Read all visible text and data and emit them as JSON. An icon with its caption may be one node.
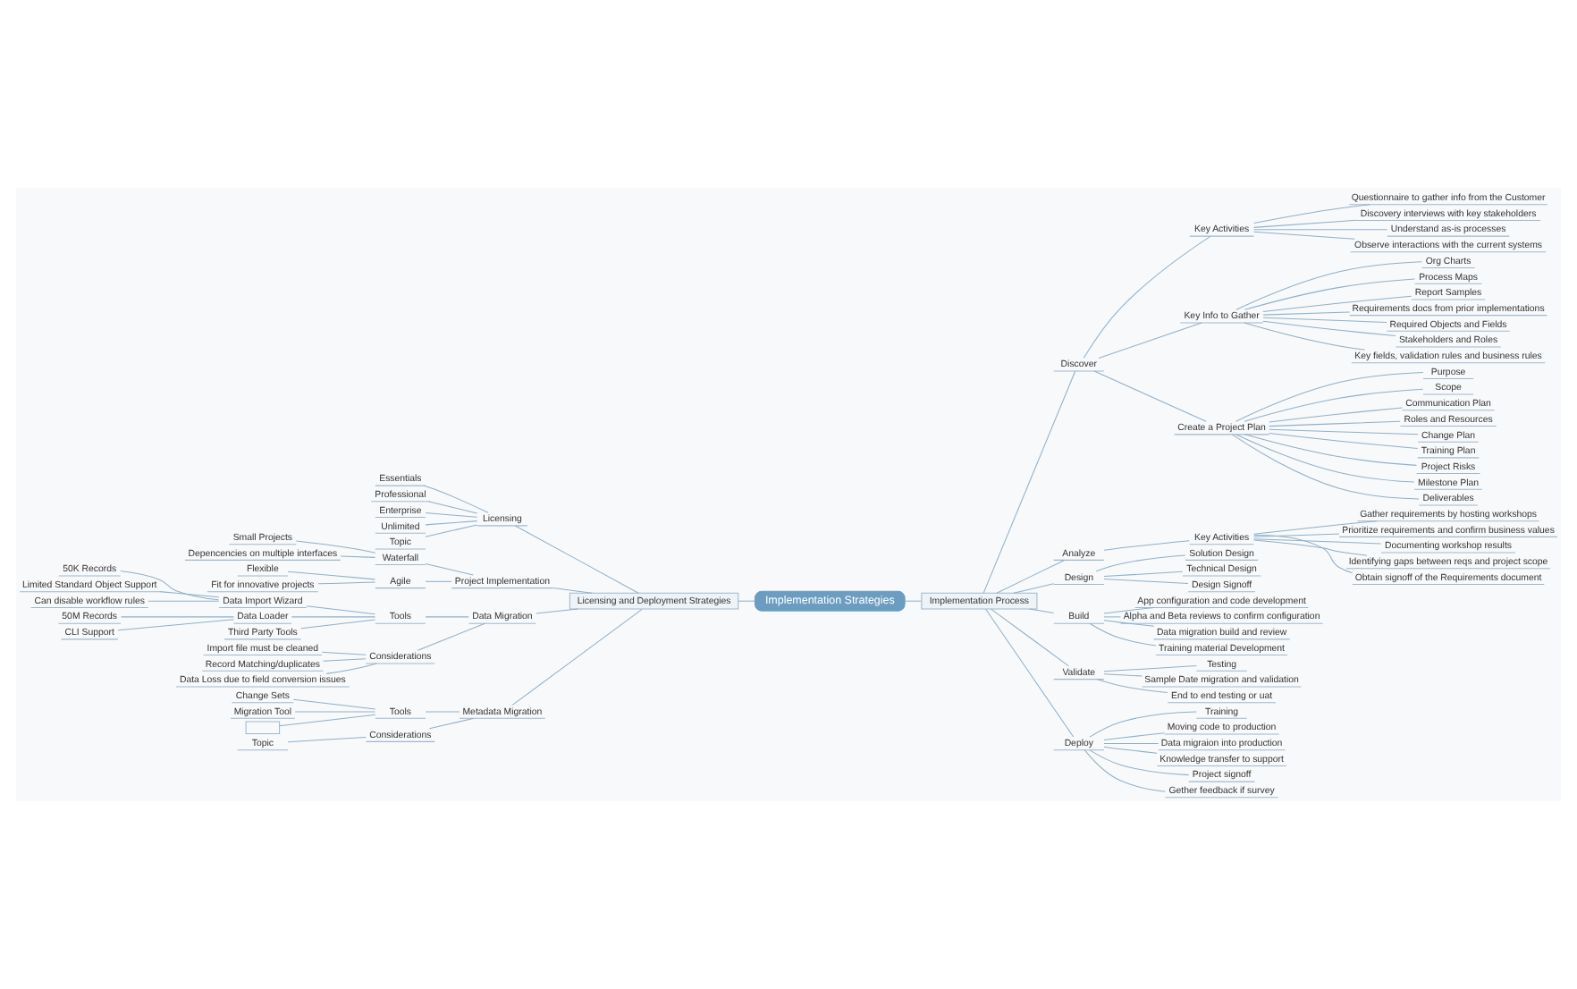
{
  "diagram": {
    "nodes": [
      {
        "text": [
          "Implementation Strategies"
        ]
      },
      {
        "text": [
          "Implementation Process"
        ]
      },
      {
        "text": [
          "Discover"
        ]
      },
      {
        "text": [
          "Key Activities"
        ]
      },
      {
        "text": [
          "Questionnaire to gather info from the Customer"
        ]
      },
      {
        "text": [
          "Discovery interviews with key stakeholders"
        ]
      },
      {
        "text": [
          "Understand as-is processes"
        ]
      },
      {
        "text": [
          "Observe interactions with the current systems"
        ]
      },
      {
        "text": [
          "Key Info to Gather"
        ]
      },
      {
        "text": [
          "Org Charts"
        ]
      },
      {
        "text": [
          "Process Maps"
        ]
      },
      {
        "text": [
          "Report Samples"
        ]
      },
      {
        "text": [
          "Requirements docs from prior implementations"
        ]
      },
      {
        "text": [
          "Required Objects and Fields"
        ]
      },
      {
        "text": [
          "Stakeholders and Roles"
        ]
      },
      {
        "text": [
          "Key fields, validation rules and business rules"
        ]
      },
      {
        "text": [
          "Create a Project Plan"
        ]
      },
      {
        "text": [
          "Purpose"
        ]
      },
      {
        "text": [
          "Scope"
        ]
      },
      {
        "text": [
          "Communication Plan"
        ]
      },
      {
        "text": [
          "Roles and Resources"
        ]
      },
      {
        "text": [
          "Change Plan"
        ]
      },
      {
        "text": [
          "Training Plan"
        ]
      },
      {
        "text": [
          "Project Risks"
        ]
      },
      {
        "text": [
          "Milestone Plan"
        ]
      },
      {
        "text": [
          "Deliverables"
        ]
      },
      {
        "text": [
          "Analyze"
        ]
      },
      {
        "text": [
          "Key Activities"
        ]
      },
      {
        "text": [
          "Gather requirements by hosting workshops"
        ]
      },
      {
        "text": [
          "Prioritize requirements and confirm business values"
        ]
      },
      {
        "text": [
          "Documenting workshop results"
        ]
      },
      {
        "text": [
          "Identifying gaps between reqs and project scope"
        ]
      },
      {
        "text": [
          "Obtain signoff of the Requirements document"
        ]
      },
      {
        "text": [
          "Design"
        ]
      },
      {
        "text": [
          "Solution Design"
        ]
      },
      {
        "text": [
          "Technical Design"
        ]
      },
      {
        "text": [
          "Design Signoff"
        ]
      },
      {
        "text": [
          "Build"
        ]
      },
      {
        "text": [
          "App configuration and code development"
        ]
      },
      {
        "text": [
          "Alpha and Beta reviews to confirm configuration"
        ]
      },
      {
        "text": [
          "Data migration build and review"
        ]
      },
      {
        "text": [
          "Training material Development"
        ]
      },
      {
        "text": [
          "Validate"
        ]
      },
      {
        "text": [
          "Testing"
        ]
      },
      {
        "text": [
          "Sample Date migration and validation"
        ]
      },
      {
        "text": [
          "End to end testing or uat"
        ]
      },
      {
        "text": [
          "Deploy"
        ]
      },
      {
        "text": [
          "Training"
        ]
      },
      {
        "text": [
          "Moving code to production"
        ]
      },
      {
        "text": [
          "Data migraion into production"
        ]
      },
      {
        "text": [
          "Knowledge transfer to support"
        ]
      },
      {
        "text": [
          "Project signoff"
        ]
      },
      {
        "text": [
          "Gether feedback if survey"
        ]
      },
      {
        "text": [
          "Licensing and Deployment Strategies"
        ]
      },
      {
        "text": [
          "Licensing"
        ]
      },
      {
        "text": [
          "Essentials"
        ]
      },
      {
        "text": [
          "Professional"
        ]
      },
      {
        "text": [
          "Enterprise"
        ]
      },
      {
        "text": [
          "Unlimited"
        ]
      },
      {
        "text": [
          "Topic"
        ]
      },
      {
        "text": [
          "Project Implementation"
        ]
      },
      {
        "text": [
          "Waterfall"
        ]
      },
      {
        "text": [
          "Small Projects"
        ]
      },
      {
        "text": [
          "Depencencies on multiple interfaces"
        ]
      },
      {
        "text": [
          "Agile"
        ]
      },
      {
        "text": [
          "Flexible"
        ]
      },
      {
        "text": [
          "Fit for innovative projects"
        ]
      },
      {
        "text": [
          "Data Migration"
        ]
      },
      {
        "text": [
          "Tools"
        ]
      },
      {
        "text": [
          "Data Import Wizard"
        ]
      },
      {
        "text": [
          "50K Records"
        ]
      },
      {
        "text": [
          "Limited Standard Object Support"
        ]
      },
      {
        "text": [
          "Can disable workflow rules"
        ]
      },
      {
        "text": [
          "Data Loader"
        ]
      },
      {
        "text": [
          "50M Records"
        ]
      },
      {
        "text": [
          "CLI Support"
        ]
      },
      {
        "text": [
          "Third Party Tools"
        ]
      },
      {
        "text": [
          "Considerations"
        ]
      },
      {
        "text": [
          "Import file must be cleaned"
        ]
      },
      {
        "text": [
          "Record Matching/duplicates"
        ]
      },
      {
        "text": [
          "Data Loss due to field conversion issues"
        ]
      },
      {
        "text": [
          "Metadata Migration"
        ]
      },
      {
        "text": [
          "Tools"
        ]
      },
      {
        "text": [
          "Change Sets"
        ]
      },
      {
        "text": [
          "Migration Tool"
        ]
      },
      {
        "text": [],
        "shape": "box"
      },
      {
        "text": [
          "Considerations"
        ]
      },
      {
        "text": [
          "Topic"
        ]
      }
    ],
    "edges": [
      {
        "from": 0,
        "to": 1,
        "arrow": "none"
      },
      {
        "from": 1,
        "to": 2,
        "arrow": "none"
      },
      {
        "from": 2,
        "to": 3,
        "arrow": "none"
      },
      {
        "from": 3,
        "to": 4,
        "arrow": "none"
      },
      {
        "from": 3,
        "to": 5,
        "arrow": "none"
      },
      {
        "from": 3,
        "to": 6,
        "arrow": "none"
      },
      {
        "from": 3,
        "to": 7,
        "arrow": "none"
      },
      {
        "from": 2,
        "to": 8,
        "arrow": "none"
      },
      {
        "from": 8,
        "to": 9,
        "arrow": "none"
      },
      {
        "from": 8,
        "to": 10,
        "arrow": "none"
      },
      {
        "from": 8,
        "to": 11,
        "arrow": "none"
      },
      {
        "from": 8,
        "to": 12,
        "arrow": "none"
      },
      {
        "from": 8,
        "to": 13,
        "arrow": "none"
      },
      {
        "from": 8,
        "to": 14,
        "arrow": "none"
      },
      {
        "from": 8,
        "to": 15,
        "arrow": "none"
      },
      {
        "from": 2,
        "to": 16,
        "arrow": "none"
      },
      {
        "from": 16,
        "to": 17,
        "arrow": "none"
      },
      {
        "from": 16,
        "to": 18,
        "arrow": "none"
      },
      {
        "from": 16,
        "to": 19,
        "arrow": "none"
      },
      {
        "from": 16,
        "to": 20,
        "arrow": "none"
      },
      {
        "from": 16,
        "to": 21,
        "arrow": "none"
      },
      {
        "from": 16,
        "to": 22,
        "arrow": "none"
      },
      {
        "from": 16,
        "to": 23,
        "arrow": "none"
      },
      {
        "from": 16,
        "to": 24,
        "arrow": "none"
      },
      {
        "from": 16,
        "to": 25,
        "arrow": "none"
      },
      {
        "from": 1,
        "to": 26,
        "arrow": "none"
      },
      {
        "from": 26,
        "to": 27,
        "arrow": "none"
      },
      {
        "from": 27,
        "to": 28,
        "arrow": "none"
      },
      {
        "from": 27,
        "to": 29,
        "arrow": "none"
      },
      {
        "from": 27,
        "to": 30,
        "arrow": "none"
      },
      {
        "from": 27,
        "to": 31,
        "arrow": "none"
      },
      {
        "from": 27,
        "to": 32,
        "arrow": "none"
      },
      {
        "from": 1,
        "to": 33,
        "arrow": "none"
      },
      {
        "from": 33,
        "to": 34,
        "arrow": "none"
      },
      {
        "from": 33,
        "to": 35,
        "arrow": "none"
      },
      {
        "from": 33,
        "to": 36,
        "arrow": "none"
      },
      {
        "from": 1,
        "to": 37,
        "arrow": "none"
      },
      {
        "from": 37,
        "to": 38,
        "arrow": "none"
      },
      {
        "from": 37,
        "to": 39,
        "arrow": "none"
      },
      {
        "from": 37,
        "to": 40,
        "arrow": "none"
      },
      {
        "from": 37,
        "to": 41,
        "arrow": "none"
      },
      {
        "from": 1,
        "to": 42,
        "arrow": "none"
      },
      {
        "from": 42,
        "to": 43,
        "arrow": "none"
      },
      {
        "from": 42,
        "to": 44,
        "arrow": "none"
      },
      {
        "from": 42,
        "to": 45,
        "arrow": "none"
      },
      {
        "from": 1,
        "to": 46,
        "arrow": "none"
      },
      {
        "from": 46,
        "to": 47,
        "arrow": "none"
      },
      {
        "from": 46,
        "to": 48,
        "arrow": "none"
      },
      {
        "from": 46,
        "to": 49,
        "arrow": "none"
      },
      {
        "from": 46,
        "to": 50,
        "arrow": "none"
      },
      {
        "from": 46,
        "to": 51,
        "arrow": "none"
      },
      {
        "from": 46,
        "to": 52,
        "arrow": "none"
      },
      {
        "from": 0,
        "to": 53,
        "arrow": "none"
      },
      {
        "from": 53,
        "to": 54,
        "arrow": "none"
      },
      {
        "from": 54,
        "to": 55,
        "arrow": "none"
      },
      {
        "from": 54,
        "to": 56,
        "arrow": "none"
      },
      {
        "from": 54,
        "to": 57,
        "arrow": "none"
      },
      {
        "from": 54,
        "to": 58,
        "arrow": "none"
      },
      {
        "from": 54,
        "to": 59,
        "arrow": "none"
      },
      {
        "from": 53,
        "to": 60,
        "arrow": "none"
      },
      {
        "from": 60,
        "to": 61,
        "arrow": "none"
      },
      {
        "from": 61,
        "to": 62,
        "arrow": "none"
      },
      {
        "from": 61,
        "to": 63,
        "arrow": "none"
      },
      {
        "from": 60,
        "to": 64,
        "arrow": "none"
      },
      {
        "from": 64,
        "to": 65,
        "arrow": "none"
      },
      {
        "from": 64,
        "to": 66,
        "arrow": "none"
      },
      {
        "from": 53,
        "to": 67,
        "arrow": "none"
      },
      {
        "from": 67,
        "to": 68,
        "arrow": "none"
      },
      {
        "from": 68,
        "to": 69,
        "arrow": "none"
      },
      {
        "from": 69,
        "to": 70,
        "arrow": "none"
      },
      {
        "from": 69,
        "to": 71,
        "arrow": "none"
      },
      {
        "from": 69,
        "to": 72,
        "arrow": "none"
      },
      {
        "from": 68,
        "to": 73,
        "arrow": "none"
      },
      {
        "from": 73,
        "to": 74,
        "arrow": "none"
      },
      {
        "from": 73,
        "to": 75,
        "arrow": "none"
      },
      {
        "from": 68,
        "to": 76,
        "arrow": "none"
      },
      {
        "from": 67,
        "to": 77,
        "arrow": "none"
      },
      {
        "from": 77,
        "to": 78,
        "arrow": "none"
      },
      {
        "from": 77,
        "to": 79,
        "arrow": "none"
      },
      {
        "from": 77,
        "to": 80,
        "arrow": "none"
      },
      {
        "from": 53,
        "to": 81,
        "arrow": "none"
      },
      {
        "from": 81,
        "to": 82,
        "arrow": "none"
      },
      {
        "from": 82,
        "to": 83,
        "arrow": "none"
      },
      {
        "from": 82,
        "to": 84,
        "arrow": "none"
      },
      {
        "from": 82,
        "to": 85,
        "arrow": "none"
      },
      {
        "from": 81,
        "to": 86,
        "arrow": "none"
      },
      {
        "from": 86,
        "to": 87,
        "arrow": "none"
      }
    ]
  }
}
